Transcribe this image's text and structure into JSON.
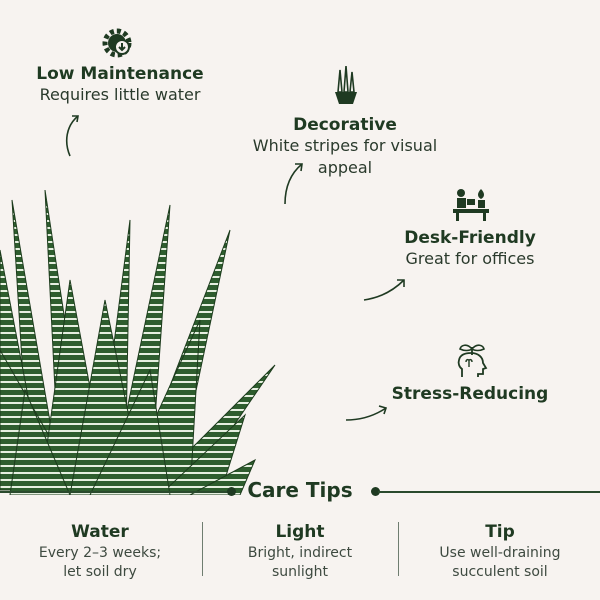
{
  "colors": {
    "background": "#f7f3f0",
    "accent": "#1f3a22",
    "plant_green": "#2e5d2e",
    "stripe": "#e6efe0"
  },
  "features": [
    {
      "title": "Low Maintenance",
      "subtitle": "Requires little water",
      "icon": "gear-water-icon"
    },
    {
      "title": "Decorative",
      "subtitle_line1": "White stripes for visual",
      "subtitle_line2": "appeal",
      "icon": "potted-plant-icon"
    },
    {
      "title": "Desk-Friendly",
      "subtitle": "Great for offices",
      "icon": "desk-plant-icon"
    },
    {
      "title": "Stress-Reducing",
      "icon": "mind-plant-icon"
    }
  ],
  "care": {
    "title": "Care Tips",
    "items": [
      {
        "heading": "Water",
        "line1": "Every 2–3 weeks;",
        "line2": "let soil dry"
      },
      {
        "heading": "Light",
        "line1": "Bright, indirect",
        "line2": "sunlight"
      },
      {
        "heading": "Tip",
        "line1": "Use well-draining",
        "line2": "succulent soil"
      }
    ]
  }
}
